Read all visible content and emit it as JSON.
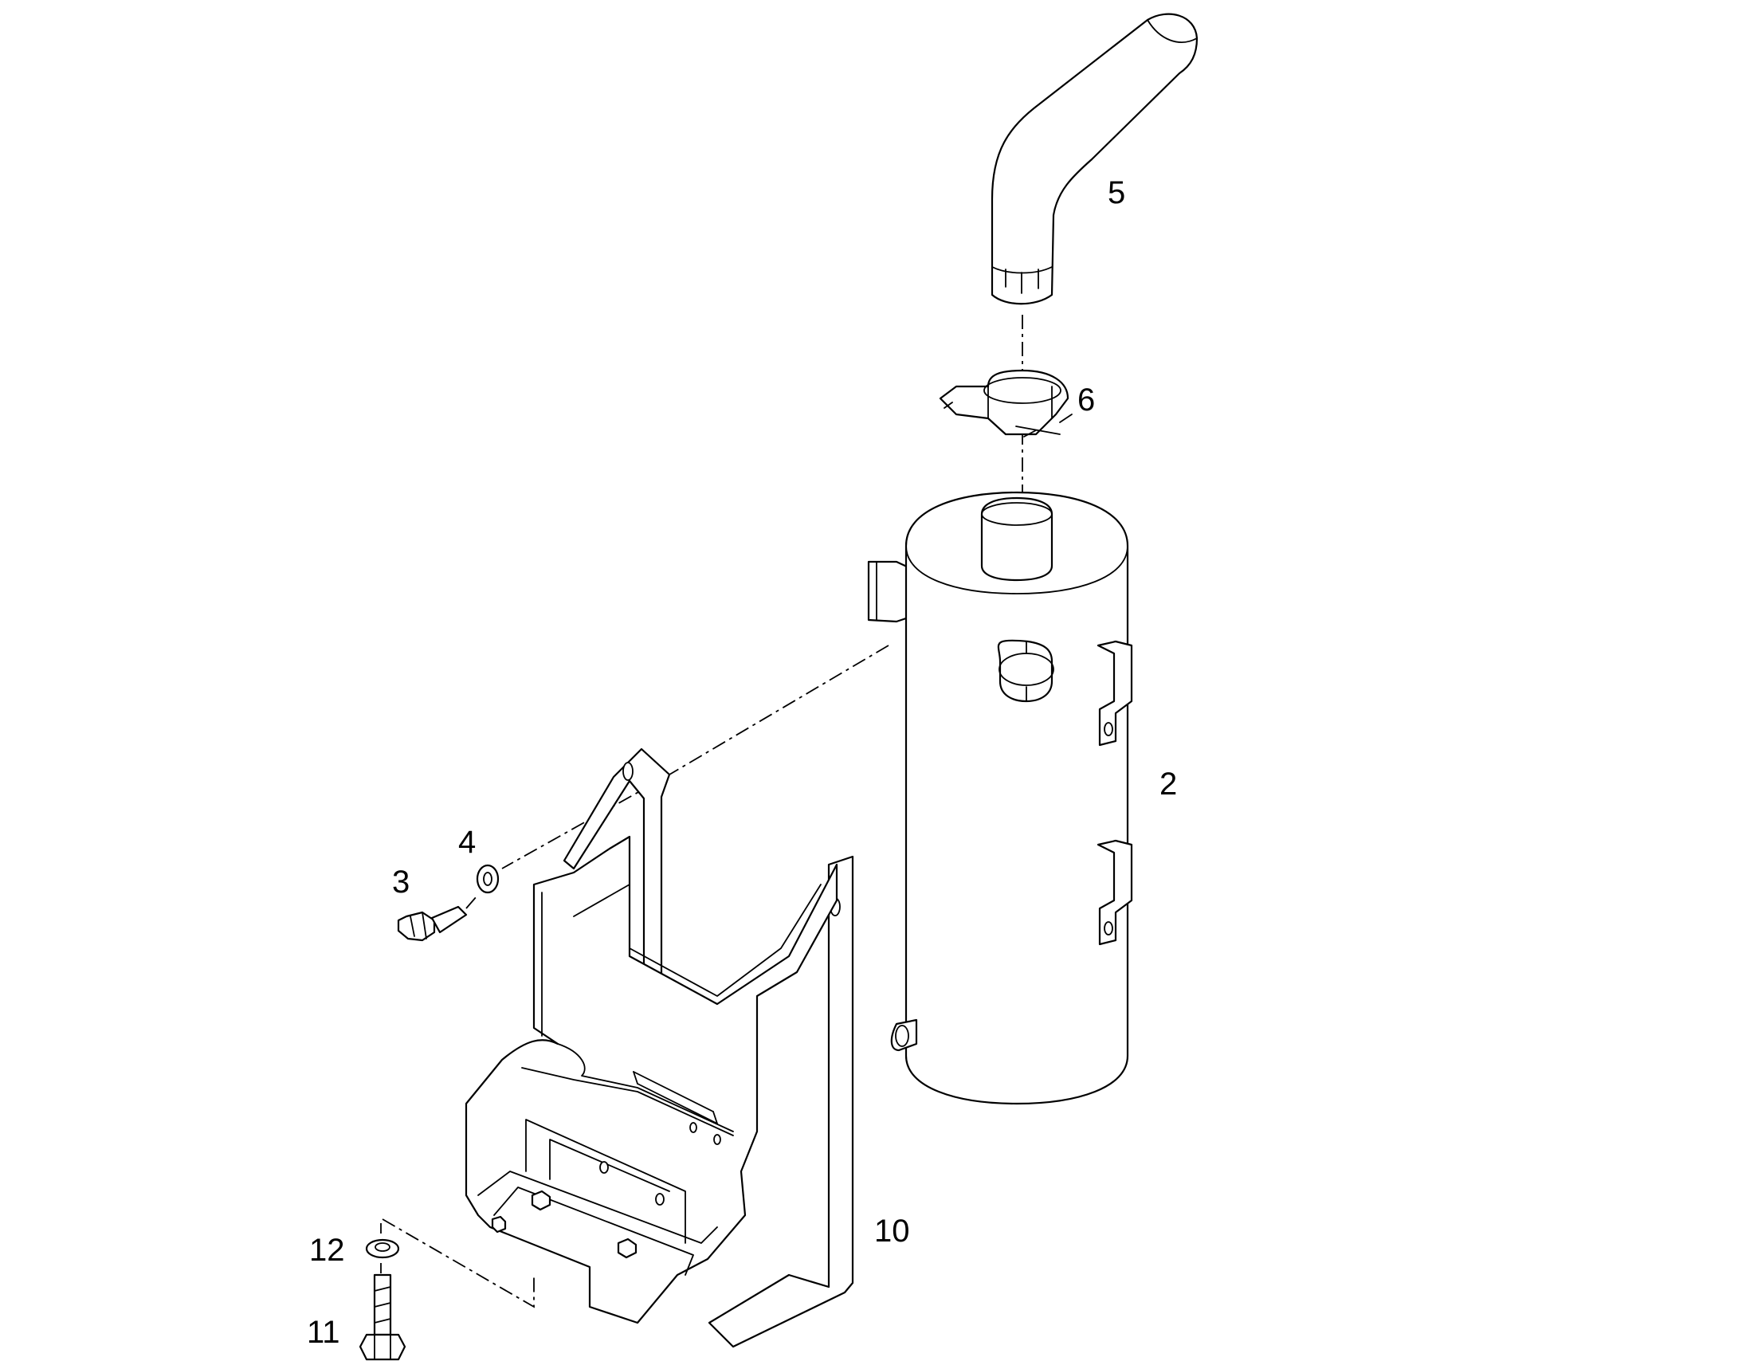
{
  "diagram": {
    "parts": [
      {
        "key": "exhaust_pipe",
        "label": "5"
      },
      {
        "key": "pipe_clamp",
        "label": "6"
      },
      {
        "key": "muffler",
        "label": "2"
      },
      {
        "key": "bolt_upper",
        "label": "3"
      },
      {
        "key": "washer_upper",
        "label": "4"
      },
      {
        "key": "bracket",
        "label": "10"
      },
      {
        "key": "washer_lower",
        "label": "12"
      },
      {
        "key": "bolt_lower",
        "label": "11"
      }
    ]
  }
}
